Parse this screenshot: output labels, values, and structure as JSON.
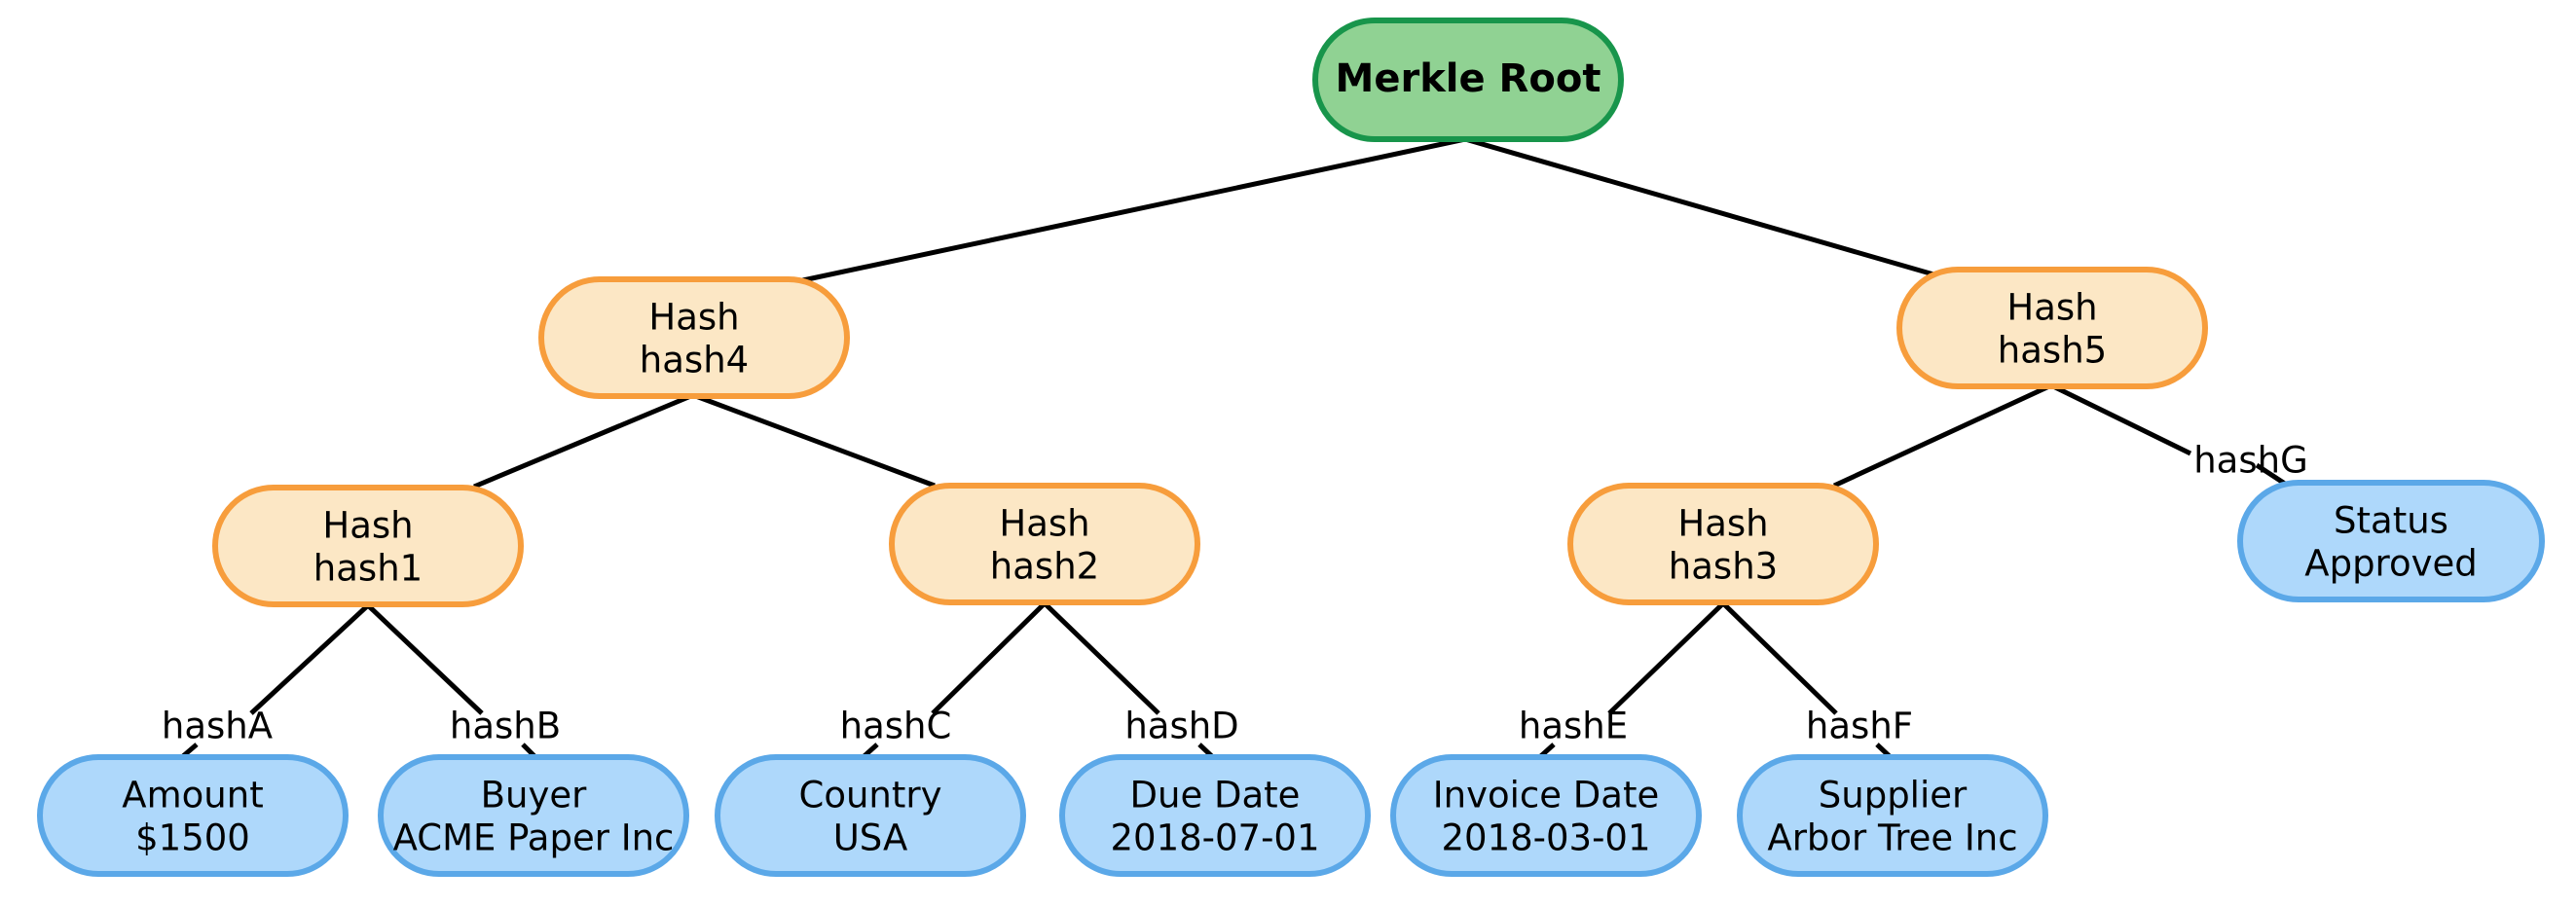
{
  "diagram": {
    "type": "merkle-tree",
    "title_node": "Merkle Root",
    "palette": {
      "root_fill": "#90d293",
      "root_stroke": "#18954b",
      "hash_fill": "#fce7c5",
      "hash_stroke": "#f79d3c",
      "leaf_fill": "#aed8fb",
      "leaf_stroke": "#5ba8e8",
      "edge_stroke": "#000000",
      "text": "#000000",
      "background": "#ffffff"
    },
    "nodes": {
      "root": {
        "label": "Merkle Root",
        "kind": "root"
      },
      "hash4": {
        "line1": "Hash",
        "line2": "hash4",
        "kind": "hash"
      },
      "hash5": {
        "line1": "Hash",
        "line2": "hash5",
        "kind": "hash"
      },
      "hash1": {
        "line1": "Hash",
        "line2": "hash1",
        "kind": "hash"
      },
      "hash2": {
        "line1": "Hash",
        "line2": "hash2",
        "kind": "hash"
      },
      "hash3": {
        "line1": "Hash",
        "line2": "hash3",
        "kind": "hash"
      },
      "amount": {
        "line1": "Amount",
        "line2": "$1500",
        "kind": "leaf"
      },
      "buyer": {
        "line1": "Buyer",
        "line2": "ACME Paper Inc",
        "kind": "leaf"
      },
      "country": {
        "line1": "Country",
        "line2": "USA",
        "kind": "leaf"
      },
      "due_date": {
        "line1": "Due Date",
        "line2": "2018-07-01",
        "kind": "leaf"
      },
      "invoice_date": {
        "line1": "Invoice Date",
        "line2": "2018-03-01",
        "kind": "leaf"
      },
      "supplier": {
        "line1": "Supplier",
        "line2": "Arbor Tree Inc",
        "kind": "leaf"
      },
      "status": {
        "line1": "Status",
        "line2": "Approved",
        "kind": "leaf"
      }
    },
    "edge_labels": {
      "hashA": "hashA",
      "hashB": "hashB",
      "hashC": "hashC",
      "hashD": "hashD",
      "hashE": "hashE",
      "hashF": "hashF",
      "hashG": "hashG"
    },
    "edges": [
      {
        "from": "root",
        "to": "hash4",
        "label": ""
      },
      {
        "from": "root",
        "to": "hash5",
        "label": ""
      },
      {
        "from": "hash4",
        "to": "hash1",
        "label": ""
      },
      {
        "from": "hash4",
        "to": "hash2",
        "label": ""
      },
      {
        "from": "hash5",
        "to": "hash3",
        "label": ""
      },
      {
        "from": "hash5",
        "to": "status",
        "label": "hashG"
      },
      {
        "from": "hash1",
        "to": "amount",
        "label": "hashA"
      },
      {
        "from": "hash1",
        "to": "buyer",
        "label": "hashB"
      },
      {
        "from": "hash2",
        "to": "country",
        "label": "hashC"
      },
      {
        "from": "hash2",
        "to": "due_date",
        "label": "hashD"
      },
      {
        "from": "hash3",
        "to": "invoice_date",
        "label": "hashE"
      },
      {
        "from": "hash3",
        "to": "supplier",
        "label": "hashF"
      }
    ]
  }
}
